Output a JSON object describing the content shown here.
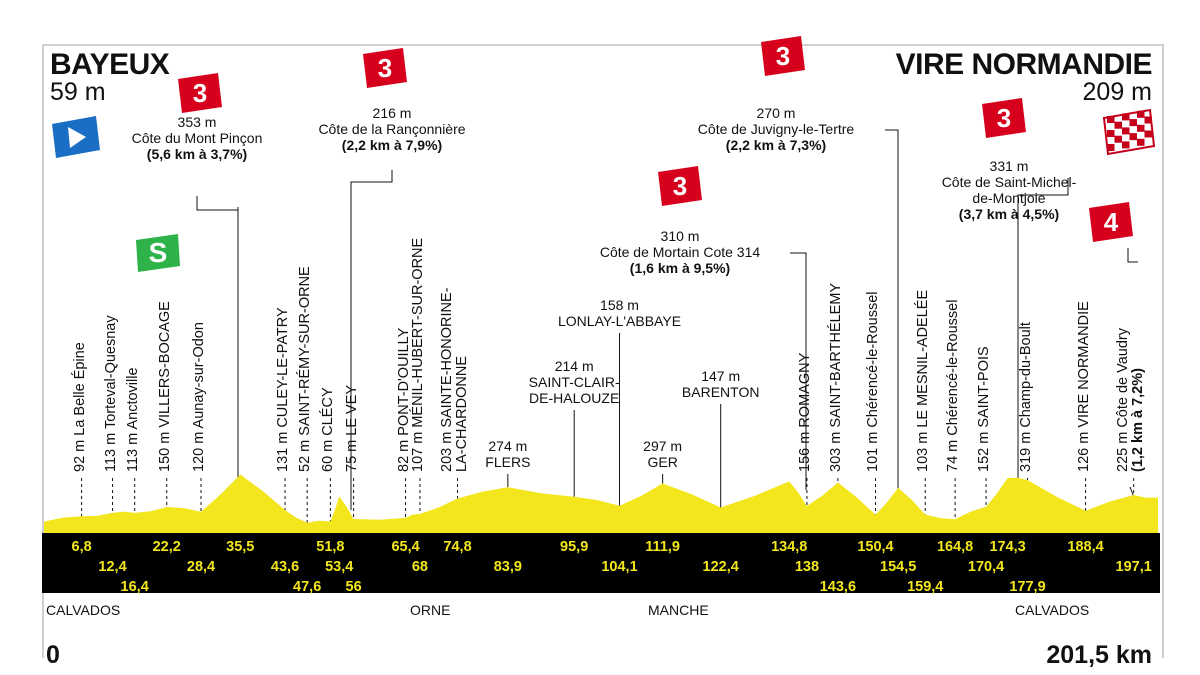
{
  "start": {
    "city": "BAYEUX",
    "altitude": "59 m"
  },
  "finish": {
    "city": "VIRE NORMANDIE",
    "altitude": "209 m"
  },
  "total_distance": "201,5 km",
  "start_distance": "0",
  "regions": [
    "CALVADOS",
    "ORNE",
    "MANCHE",
    "CALVADOS"
  ],
  "climbs": [
    {
      "cat": "3",
      "alt": "353 m",
      "name": "Côte du Mont Pinçon",
      "detail": "(5,6 km à 3,7%)",
      "km": 35.5
    },
    {
      "cat": "3",
      "alt": "216 m",
      "name": "Côte de la Rançonnière",
      "detail": "(2,2 km à 7,9%)",
      "km": 53.4
    },
    {
      "cat": "3",
      "alt": "310 m",
      "name": "Côte de Mortain Cote 314",
      "detail": "(1,6 km à 9,5%)",
      "km": 134.8
    },
    {
      "cat": "3",
      "alt": "270 m",
      "name": "Côte de Juvigny-le-Tertre",
      "detail": "(2,2 km à 7,3%)",
      "km": 154.5
    },
    {
      "cat": "3",
      "alt": "331 m",
      "name": "Côte de Saint-Michel-de-Montjoie",
      "name_lines": [
        "Côte de Saint-Michel-",
        "de-Montjoie"
      ],
      "detail": "(3,7 km à 4,5%)",
      "km": 174.3
    },
    {
      "cat": "4",
      "alt": "225 m",
      "name": "Côte de Vaudry",
      "detail": "(1,2 km à 7,2%)",
      "km": 197.1
    }
  ],
  "sprint": {
    "label": "S",
    "km": 22.2
  },
  "vertical_points": [
    {
      "text": "92 m La Belle Épine",
      "km": 6.8
    },
    {
      "text": "113 m Torteval-Quesnay",
      "km": 12.4
    },
    {
      "text": "113 m Anctoville",
      "km": 16.4
    },
    {
      "text": "150 m VILLERS-BOCAGE",
      "km": 22.2
    },
    {
      "text": "120 m Aunay-sur-Odon",
      "km": 28.4
    },
    {
      "text": "131 m CULEY-LE-PATRY",
      "km": 43.6
    },
    {
      "text": "52 m SAINT-RÉMY-SUR-ORNE",
      "km": 47.6
    },
    {
      "text": "60 m CLÉCY",
      "km": 51.8
    },
    {
      "text": "75 m LE VEY",
      "km": 56
    },
    {
      "text": "82 m PONT-D'OUILLY",
      "km": 65.4
    },
    {
      "text": "107 m MÉNIL-HUBERT-SUR-ORNE",
      "km": 68
    },
    {
      "text": "203 m SAINTE-HONORINE-",
      "text2": "LA-CHARDONNE",
      "km": 74.8
    },
    {
      "text": "156 m ROMAGNY",
      "km": 138
    },
    {
      "text": "303 m SAINT-BARTHÉLEMY",
      "km": 143.6
    },
    {
      "text": "101 m Chérencé-le-Roussel",
      "km": 150.4
    },
    {
      "text": "103 m LE MESNIL-ADELÉE",
      "km": 159.4
    },
    {
      "text": "74 m Chérencé-le-Roussel",
      "km": 164.8
    },
    {
      "text": "152 m SAINT-POIS",
      "km": 170.4
    },
    {
      "text": "319 m Champ-du-Boult",
      "km": 177.9
    },
    {
      "text": "126 m VIRE NORMANDIE",
      "km": 188.4
    },
    {
      "text": "225 m Côte de Vaudry",
      "text2": "(1,2 km à 7,2%)",
      "km": 197.1
    }
  ],
  "horizontal_points": [
    {
      "alt": "274 m",
      "name": "FLERS",
      "km": 83.9
    },
    {
      "alt": "214 m",
      "name": "SAINT-CLAIR-",
      "name2": "DE-HALOUZE",
      "km": 95.9
    },
    {
      "alt": "158 m",
      "name": "LONLAY-L'ABBAYE",
      "km": 104.1
    },
    {
      "alt": "297 m",
      "name": "GER",
      "km": 111.9
    },
    {
      "alt": "147 m",
      "name": "BARENTON",
      "km": 122.4
    }
  ],
  "km_markers": {
    "row1": [
      "6,8",
      "22,2",
      "35,5",
      "51,8",
      "65,4",
      "74,8",
      "95,9",
      "111,9",
      "134,8",
      "150,4",
      "164,8",
      "174,3",
      "188,4"
    ],
    "row2": [
      "12,4",
      "28,4",
      "43,6",
      "53,4",
      "68",
      "83,9",
      "104,1",
      "122,4",
      "138",
      "154,5",
      "170,4",
      "197,1"
    ],
    "row3": [
      "16,4",
      "47,6",
      "56",
      "143,6",
      "159,4",
      "177,9"
    ]
  },
  "chart_data": {
    "type": "area",
    "x_unit": "km",
    "y_unit": "m",
    "profile_km": [
      0,
      6.8,
      12.4,
      16.4,
      22.2,
      28.4,
      35.5,
      43.6,
      47.6,
      51.8,
      53.4,
      56,
      65.4,
      68,
      74.8,
      83.9,
      95.9,
      104.1,
      111.9,
      122.4,
      134.8,
      138,
      143.6,
      150.4,
      154.5,
      159.4,
      164.8,
      170.4,
      174.3,
      177.9,
      188.4,
      197.1,
      201.5
    ],
    "profile_alt": [
      59,
      92,
      113,
      113,
      150,
      120,
      353,
      131,
      52,
      60,
      216,
      75,
      82,
      107,
      203,
      274,
      214,
      158,
      297,
      147,
      310,
      156,
      303,
      101,
      270,
      103,
      74,
      152,
      331,
      319,
      126,
      225,
      209
    ],
    "colors": {
      "profile": "#f4e61c",
      "band": "#000000",
      "km_text": "#f4e61c",
      "cat_badge": "#d6001c",
      "sprint": "#2db34a",
      "start_flag": "#1a6fc4"
    }
  }
}
